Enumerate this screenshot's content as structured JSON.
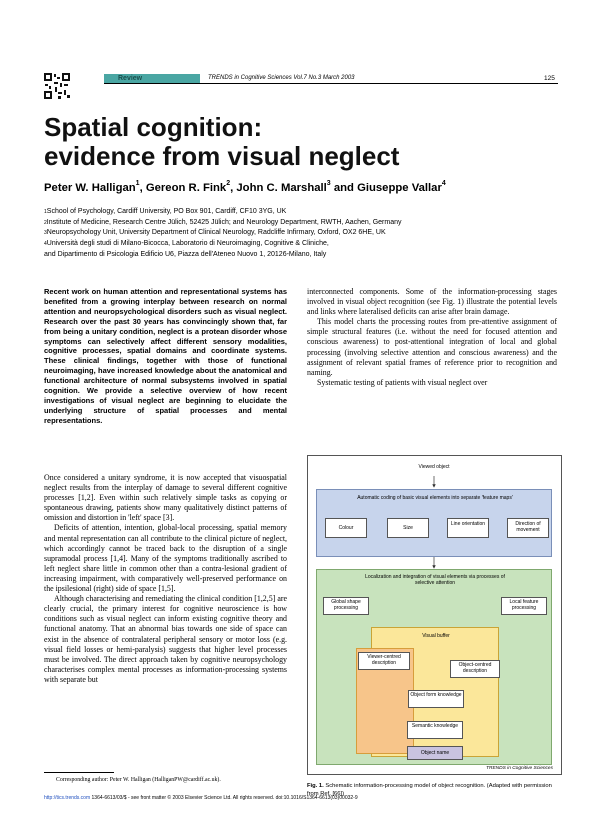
{
  "header": {
    "section_tag": "Review",
    "journal": "TRENDS in Cognitive Sciences   Vol.7 No.3  March 2003",
    "page_number": "125"
  },
  "title_line1": "Spatial cognition:",
  "title_line2": "evidence from visual neglect",
  "authors": [
    {
      "name": "Peter W. Halligan",
      "sup": "1"
    },
    {
      "name": "Gereon R. Fink",
      "sup": "2"
    },
    {
      "name": "John C. Marshall",
      "sup": "3"
    },
    {
      "name": "Giuseppe Vallar",
      "sup": "4"
    }
  ],
  "authors_joiners": [
    ", ",
    ", ",
    " and "
  ],
  "affiliations": [
    {
      "sup": "1",
      "text": "School of Psychology, Cardiff University, PO Box 901, Cardiff, CF10 3YG, UK"
    },
    {
      "sup": "2",
      "text": "Institute of Medicine, Research Centre Jülich, 52425 Jülich; and Neurology Department, RWTH, Aachen, Germany"
    },
    {
      "sup": "3",
      "text": "Neuropsychology Unit, University Department of Clinical Neurology, Radcliffe Infirmary, Oxford, OX2 6HE, UK"
    },
    {
      "sup": "4",
      "text": "Università degli studi di Milano-Bicocca, Laboratorio di Neuroimaging, Cognitive & Cliniche,"
    },
    {
      "sup": "",
      "text": "and Dipartimento di Psicologia Edificio U6, Piazza dell'Ateneo Nuovo 1, 20126-Milano, Italy"
    }
  ],
  "abstract": "Recent work on human attention and representational systems has benefited from a growing interplay between research on normal attention and neuropsychological disorders such as visual neglect. Research over the past 30 years has convincingly shown that, far from being a unitary condition, neglect is a protean disorder whose symptoms can selectively affect different sensory modalities, cognitive processes, spatial domains and coordinate systems. These clinical findings, together with those of functional neuroimaging, have increased knowledge about the anatomical and functional architecture of normal subsystems involved in spatial cognition. We provide a selective overview of how recent investigations of visual neglect are beginning to elucidate the underlying structure of spatial processes and mental representations.",
  "left_paragraphs": [
    "Once considered a unitary syndrome, it is now accepted that visuospatial neglect results from the interplay of damage to several different cognitive processes [1,2]. Even within such relatively simple tasks as copying or spontaneous drawing, patients show many qualitatively distinct patterns of omission and distortion in 'left' space [3].",
    "Deficits of attention, intention, global-local processing, spatial memory and mental representation can all contribute to the clinical picture of neglect, which accordingly cannot be traced back to the disruption of a single supramodal process [1,4]. Many of the symptoms traditionally ascribed to left neglect share little in common other than a contra-lesional gradient of increasing impairment, with comparatively well-preserved performance on the ipsilesional (right) side of space [1,5].",
    "Although characterising and remediating the clinical condition [1,2,5] are clearly crucial, the primary interest for cognitive neuroscience is how conditions such as visual neglect can inform existing cognitive theory and functional anatomy. That an abnormal bias towards one side of space can exist in the absence of contralateral peripheral sensory or motor loss (e.g. visual field losses or hemi-paralysis) suggests that higher level processes must be involved. The direct approach taken by cognitive neuropsychology characterises complex mental processes as information-processing systems with separate but"
  ],
  "right_paragraphs": [
    "interconnected components. Some of the information-processing stages involved in visual object recognition (see Fig. 1) illustrate the potential levels and links where lateralised deficits can arise after brain damage.",
    "This model charts the processing routes from pre-attentive assignment of simple structural features (i.e. without the need for focused attention and conscious awareness) to post-attentional integration of local and global processing (involving selective attention and conscious awareness) and the assignment of relevant spatial frames of reference prior to recognition and naming.",
    "Systematic testing of patients with visual neglect over"
  ],
  "figure": {
    "viewed_object": "Viewed object",
    "auto_coding": "Automatic coding of basic visual elements into separate 'feature maps'",
    "features": [
      "Colour",
      "Size",
      "Line orientation",
      "Direction of movement"
    ],
    "localization": "Localization and integration of visual elements via processes of selective attention",
    "global_shape": "Global shape processing",
    "local_feature": "Local feature processing",
    "visual_buffer": "Visual buffer",
    "viewer_centred": "Viewer-centred description",
    "object_centred": "Object-centred description",
    "object_form": "Object form knowledge",
    "semantic": "Semantic knowledge",
    "object_name": "Object name",
    "credit": "TRENDS in Cognitive Sciences",
    "colors": {
      "blue": "#c7d4ec",
      "green": "#c8e3bd",
      "yellow": "#fbe79a",
      "orange": "#f7c58a",
      "purple": "#c9c3e0"
    }
  },
  "caption_label": "Fig. 1.",
  "caption_text": " Schematic information-processing model of object recognition. (Adapted with permission from Ref. [66])",
  "footnote": "Corresponding author: Peter W. Halligan (HalliganPW@cardiff.ac.uk).",
  "footer_url": "http://tics.trends.com",
  "footer_text": "   1364-6613/03/$ - see front matter © 2003 Elsevier Science Ltd. All rights reserved.  doi:10.1016/S1364-6613(03)00032-9"
}
